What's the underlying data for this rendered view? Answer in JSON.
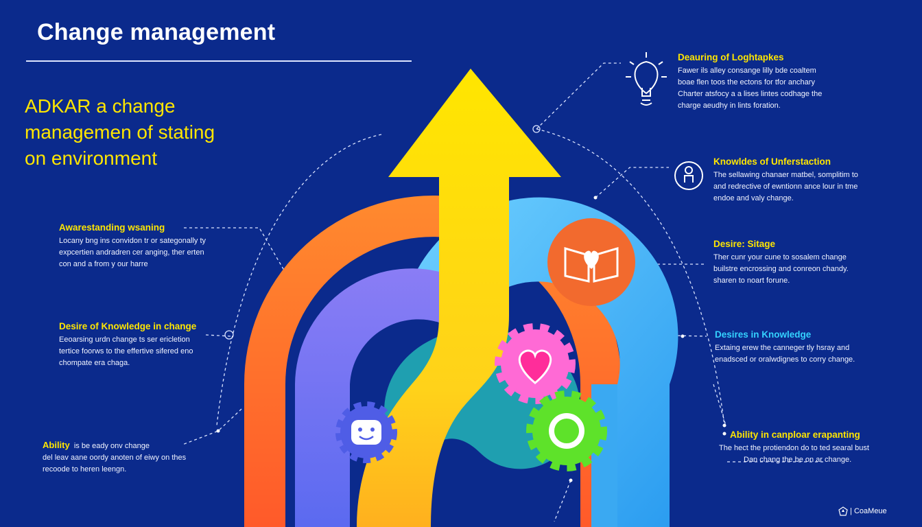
{
  "title": "Change management",
  "subtitle": {
    "lines": [
      "ADKAR a change",
      "managemen of stating",
      "on environment"
    ]
  },
  "notes": {
    "lightbulb": {
      "head": "Deauring of Loghtapkes",
      "lines": [
        "Fawer ils alley consange lilly bde coaltem",
        "boae flen toos the ectons for tfor anchary",
        "Charter atsfocy a a lises lintes codhage the",
        "charge aeudhy in lints foration."
      ]
    },
    "knowledge": {
      "head": "Knowldes of Unferstaction",
      "lines": [
        "The sellawing chanaer matbel, somplitim to",
        "and redrective of ewntionn ance lour in tme",
        "endoe and valy change."
      ]
    },
    "desire_stage": {
      "head": "Desire: Sitage",
      "lines": [
        "Ther cunr your cune to sosalem change",
        "builstre encrossing and conreon chandy.",
        "sharen to noart forune."
      ]
    },
    "desires_knowledge": {
      "head": "Desires in Knowledge",
      "lines": [
        "Extaing erew the canneger tly hsray and",
        "enadsced or oralwdignes to corry change."
      ]
    },
    "ability_right": {
      "head": "Ability in canploar erapanting",
      "lines": [
        "The hect the protiendon do to ted searal bust",
        "Dan chang the be on ar change."
      ]
    },
    "awareness": {
      "head": "Awarestanding wsaning",
      "lines": [
        "Locany bng ins convidon tr or sategonally ty",
        "expcertien andradren cer anging, ther erten",
        "con and a from y our harre"
      ]
    },
    "desire_knowledge": {
      "head": "Desire of Knowledge in change",
      "lines": [
        "Eeoarsing urdn change ts ser ericletion",
        "tertice foorws to the effertive sifered eno",
        "chompate era chaga."
      ]
    },
    "ability_left": {
      "head": "Ability",
      "first_rest": "is be eady onv change",
      "lines": [
        "del leav aane oordy anoten of eiwy on thes",
        "recoode to heren leengn."
      ]
    }
  },
  "footer": {
    "text": "| CoaMeue"
  },
  "icons": {
    "lightbulb": "lightbulb-icon",
    "person": "person-icon",
    "book_heart": "book-heart-icon",
    "heart_gear": "heart-gear-icon",
    "green_gear": "gear-icon",
    "smiley_gear": "smiley-gear-icon",
    "arrow": "up-arrow-icon"
  },
  "colors": {
    "background": "#0b2a8c",
    "accent_yellow": "#ffe600",
    "accent_cyan": "#34d2ff",
    "arc_orange": "#ff7a2a",
    "arc_purple": "#6f6df2",
    "arc_blue": "#3aa9f2",
    "arc_teal": "#1f9fb0",
    "badge_orange": "#f26a2e",
    "gear_pink": "#ff6ad5",
    "gear_green": "#5ee22a",
    "gear_blue": "#4f5de6"
  }
}
